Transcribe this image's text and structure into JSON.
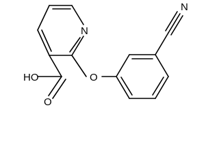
{
  "molecule": {
    "atoms": {
      "n_pyridine": "N",
      "n_nitrile": "N",
      "o_ether": "O",
      "o_carbonyl": "O",
      "hydroxyl": "HO"
    }
  }
}
